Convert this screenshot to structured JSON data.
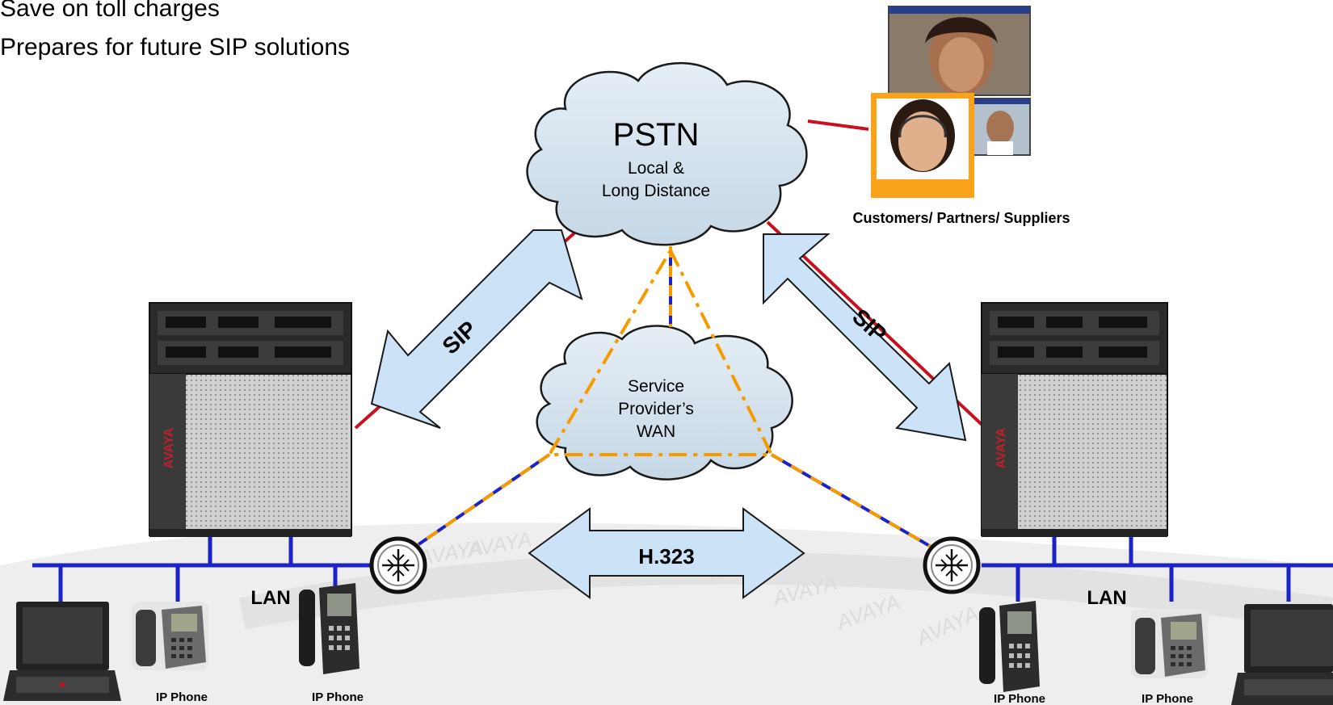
{
  "bullets": [
    "Save on toll charges",
    "Prepares for future SIP solutions"
  ],
  "pstn": {
    "title": "PSTN",
    "line1": "Local &",
    "line2": "Long Distance"
  },
  "wan": {
    "line1": "Service",
    "line2": "Provider’s",
    "line3": "WAN"
  },
  "customers_label": "Customers/ Partners/ Suppliers",
  "protocols": {
    "sip_left": "SIP",
    "sip_right": "SIP",
    "h323": "H.323"
  },
  "lan_left": "LAN",
  "lan_right": "LAN",
  "phones": [
    "IP Phone",
    "IP Phone",
    "IP Phone",
    "IP Phone"
  ],
  "server_brand": "AVAYA",
  "watermark": "AVAYA",
  "colors": {
    "lan": "#1b22c8",
    "pstn_line": "#c8101e",
    "wan_dash": "#f59b00",
    "arrow_fill": "#cce3f7",
    "arrow_stroke": "#1a1a1a",
    "cloud_fill": "#d2e1ec"
  }
}
